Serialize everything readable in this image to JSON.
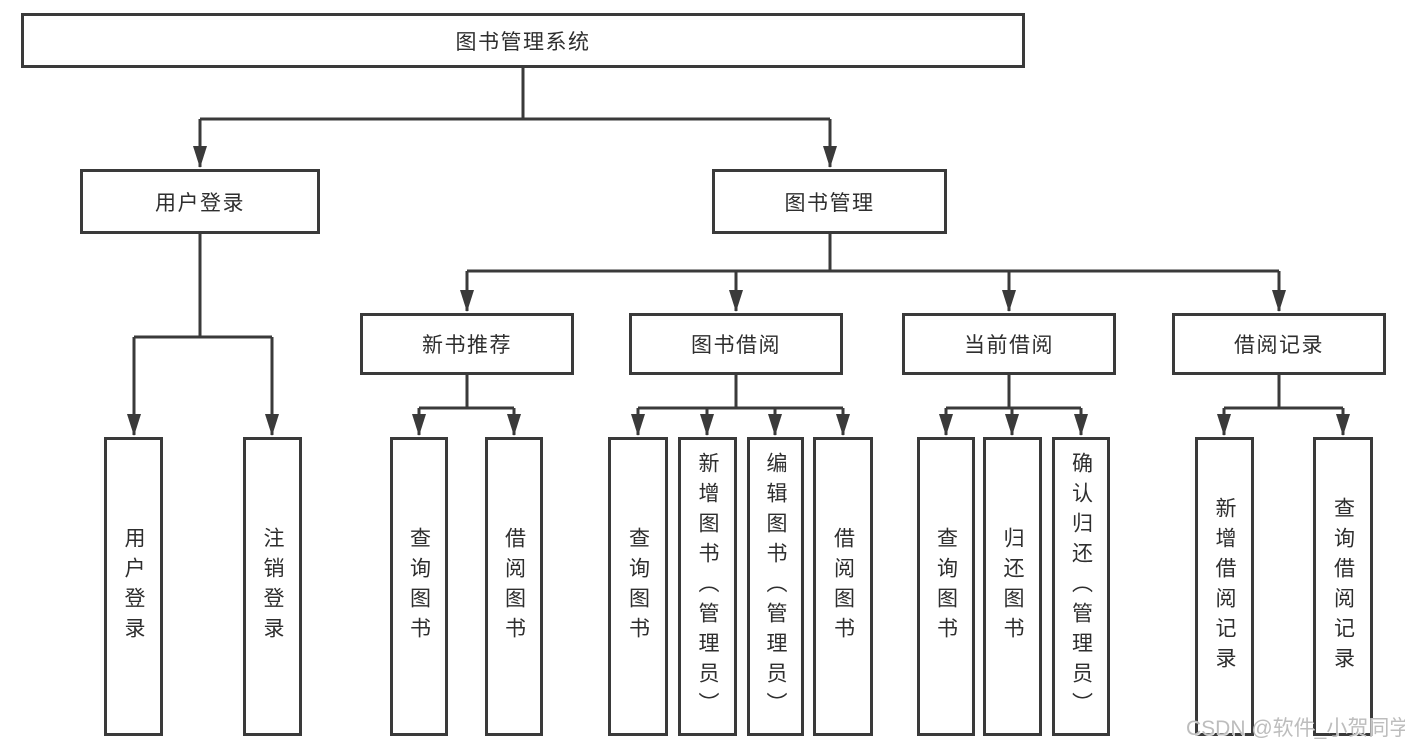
{
  "diagram": {
    "tree": {
      "label": "图书管理系统",
      "children": [
        {
          "label": "用户登录",
          "children": [
            {
              "label": "用户登录"
            },
            {
              "label": "注销登录"
            }
          ]
        },
        {
          "label": "图书管理",
          "children": [
            {
              "label": "新书推荐",
              "children": [
                {
                  "label": "查询图书"
                },
                {
                  "label": "借阅图书"
                }
              ]
            },
            {
              "label": "图书借阅",
              "children": [
                {
                  "label": "查询图书"
                },
                {
                  "label": "新增图书（管理员）"
                },
                {
                  "label": "编辑图书（管理员）"
                },
                {
                  "label": "借阅图书"
                }
              ]
            },
            {
              "label": "当前借阅",
              "children": [
                {
                  "label": "查询图书"
                },
                {
                  "label": "归还图书"
                },
                {
                  "label": "确认归还（管理员）"
                }
              ]
            },
            {
              "label": "借阅记录",
              "children": [
                {
                  "label": "新增借阅记录"
                },
                {
                  "label": "查询借阅记录"
                }
              ]
            }
          ]
        }
      ]
    }
  },
  "watermark": {
    "text": "CSDN @软件_小贺同学"
  },
  "colors": {
    "line": "#3a3a3a",
    "text": "#2e2e2e",
    "background": "#ffffff",
    "watermark": "#bdbdbd"
  }
}
